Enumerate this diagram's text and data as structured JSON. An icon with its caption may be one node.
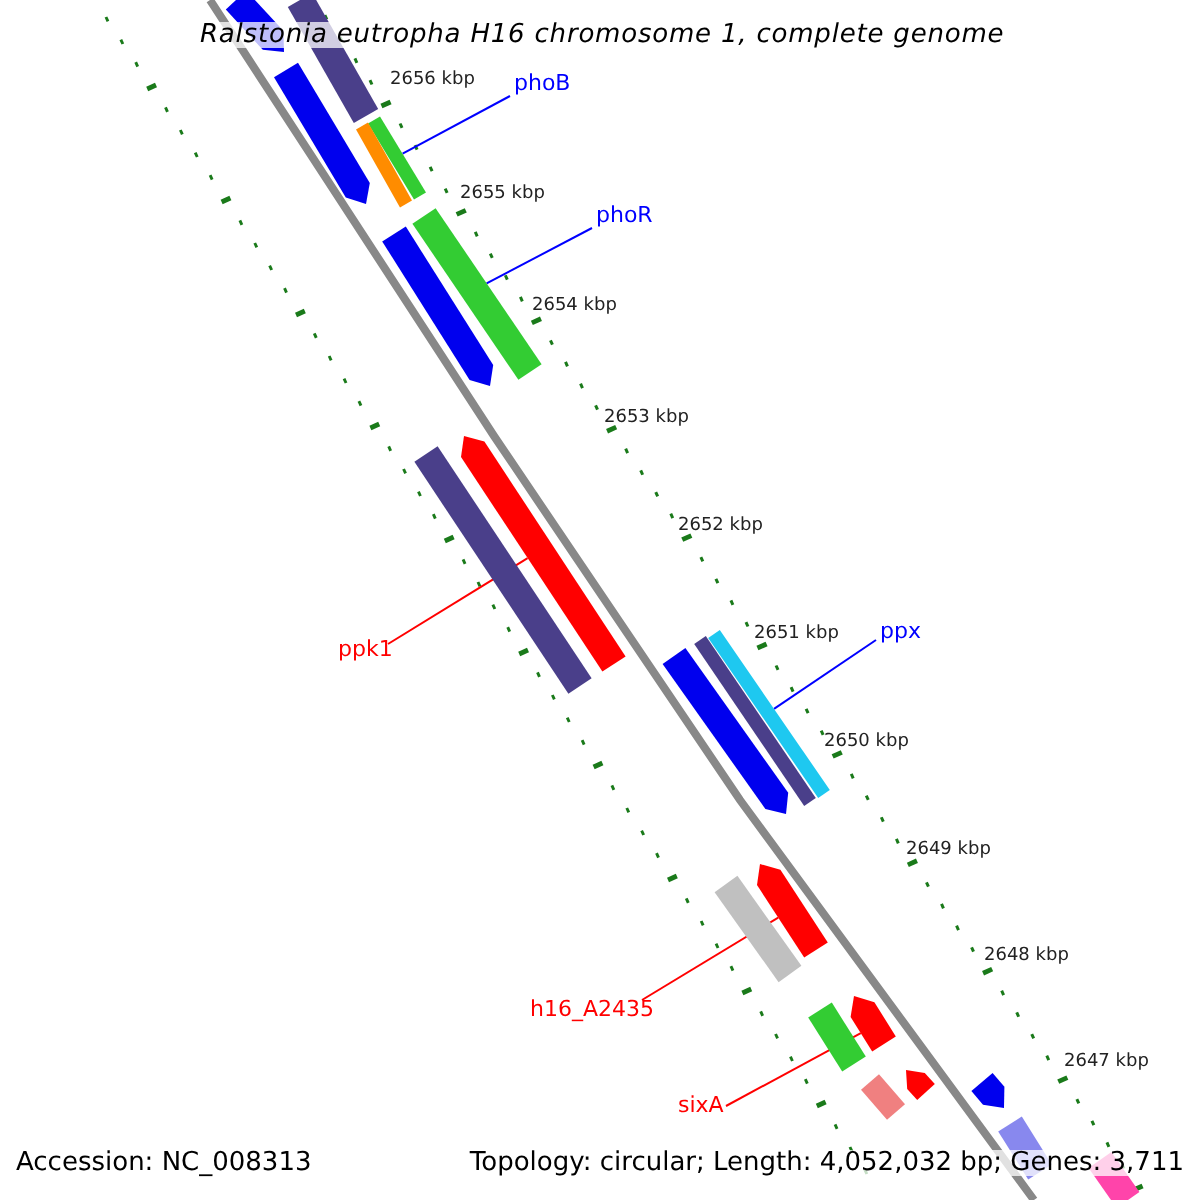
{
  "diagram": {
    "title": "Ralstonia eutropha H16 chromosome 1, complete genome",
    "nodes": [
      {
        "text": [
          "phoB"
        ]
      },
      {
        "text": [],
        "shape": "bar"
      },
      {
        "text": [
          "phoR"
        ]
      },
      {
        "text": [],
        "shape": "bar"
      },
      {
        "text": [
          "ppx"
        ]
      },
      {
        "text": [],
        "shape": "bar"
      },
      {
        "text": [
          "ppk1"
        ]
      },
      {
        "text": [],
        "shape": "bar"
      },
      {
        "text": [
          "h16_A2435"
        ]
      },
      {
        "text": [],
        "shape": "bar"
      },
      {
        "text": [
          "sixA"
        ]
      },
      {
        "text": [],
        "shape": "bar"
      },
      {
        "text": [],
        "shape": "bar"
      },
      {
        "text": [],
        "shape": "bar"
      },
      {
        "text": [],
        "shape": "bar"
      },
      {
        "text": [],
        "shape": "bar"
      },
      {
        "text": [],
        "shape": "bar"
      },
      {
        "text": [],
        "shape": "bar"
      },
      {
        "text": [],
        "shape": "bar"
      },
      {
        "text": [],
        "shape": "bar"
      },
      {
        "text": [],
        "shape": "bar"
      },
      {
        "text": [],
        "shape": "bar"
      },
      {
        "text": [],
        "shape": "bar"
      },
      {
        "text": [],
        "shape": "bar"
      },
      {
        "text": [],
        "shape": "bar"
      },
      {
        "text": [],
        "shape": "bar"
      },
      {
        "text": [],
        "shape": "bar"
      }
    ],
    "edges": [
      {
        "from": 0,
        "to": 1,
        "arrow": "none"
      },
      {
        "from": 2,
        "to": 3,
        "arrow": "none"
      },
      {
        "from": 4,
        "to": 5,
        "arrow": "none"
      },
      {
        "from": 6,
        "to": 7,
        "arrow": "none",
        "color": "#ff0000"
      },
      {
        "from": 8,
        "to": 9,
        "arrow": "none",
        "color": "#ff0000"
      },
      {
        "from": 10,
        "to": 11,
        "arrow": "none",
        "color": "#ff0000"
      }
    ],
    "labels": [
      "2656 kbp",
      "2655 kbp",
      "2654 kbp",
      "2653 kbp",
      "2652 kbp",
      "2651 kbp",
      "2650 kbp",
      "2649 kbp",
      "2648 kbp",
      "2647 kbp",
      "Accession: NC_008313",
      "Topology: circular; Length: 4,052,032 bp; Genes: 3,711"
    ]
  }
}
